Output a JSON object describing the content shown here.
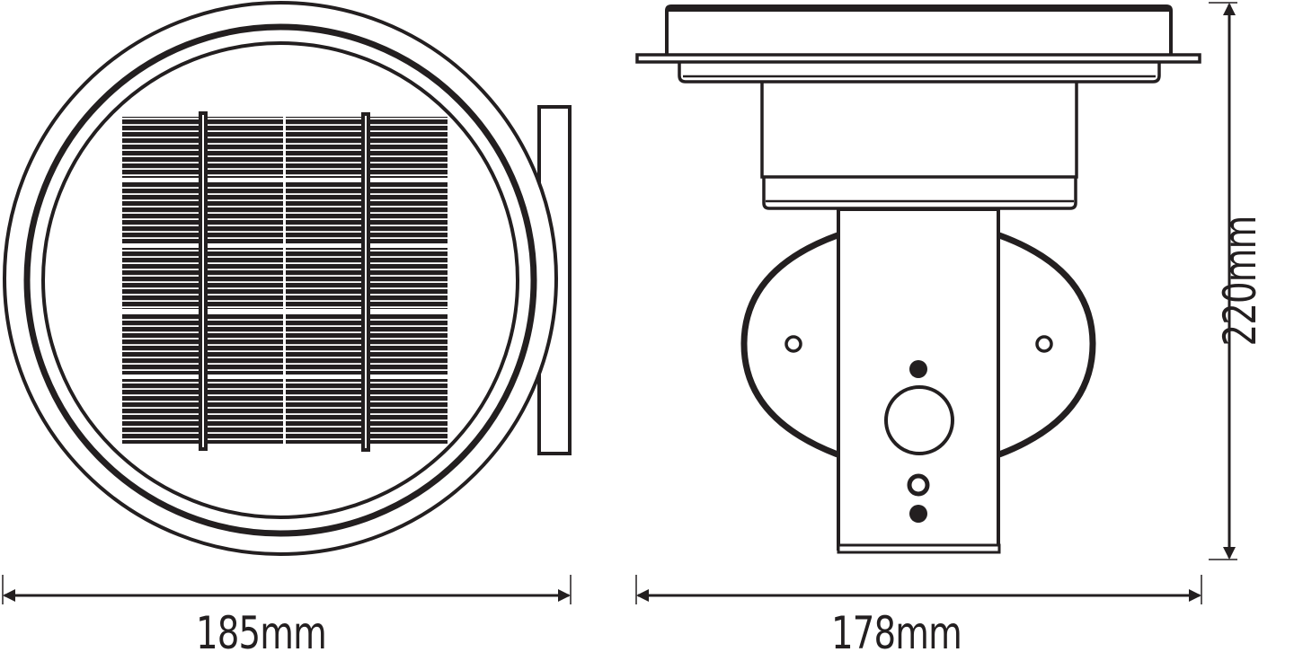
{
  "drawing": {
    "type": "technical-dimension-drawing",
    "subject": "solar wall lamp",
    "views": [
      {
        "name": "front-view",
        "description": "circular housing with solar panel (4 columns x 5 rows of cells, 2 bus bars) and side bracket"
      },
      {
        "name": "side-view",
        "description": "lamp head on top, vertical mount with oval wall plate, 2 screw holes, sensor circle and indicator dots"
      }
    ],
    "colors": {
      "line": "#231f20",
      "background": "#ffffff"
    }
  },
  "dimensions": {
    "front_width": "185mm",
    "side_width": "178mm",
    "height": "220mm"
  },
  "solar_panel": {
    "rows": 5,
    "columns": 4,
    "bus_bars": 2
  }
}
